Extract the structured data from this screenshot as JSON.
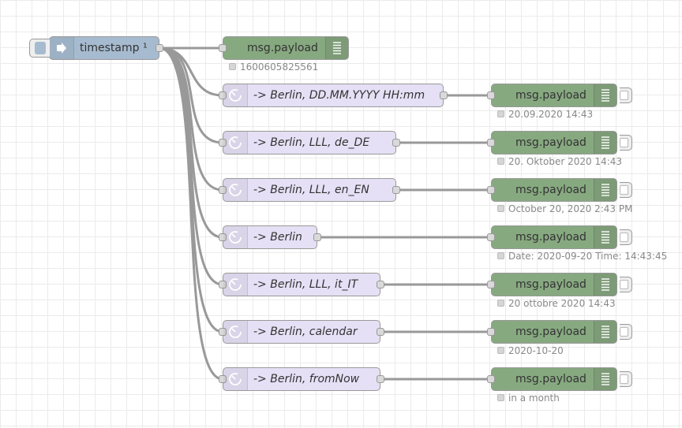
{
  "inject": {
    "label": "timestamp ¹",
    "icon": "arrow-in-icon"
  },
  "debug_top": {
    "label": "msg.payload",
    "status": "1600605825561"
  },
  "flows": [
    {
      "moment_label": "-> Berlin, DD.MM.YYYY HH:mm",
      "debug_label": "msg.payload",
      "status": "20.09.2020 14:43"
    },
    {
      "moment_label": "-> Berlin, LLL, de_DE",
      "debug_label": "msg.payload",
      "status": "20. Oktober 2020 14:43"
    },
    {
      "moment_label": "-> Berlin, LLL, en_EN",
      "debug_label": "msg.payload",
      "status": "October 20, 2020 2:43 PM"
    },
    {
      "moment_label": "-> Berlin",
      "debug_label": "msg.payload",
      "status": "Date: 2020-09-20 Time: 14:43:45"
    },
    {
      "moment_label": "-> Berlin, LLL, it_IT",
      "debug_label": "msg.payload",
      "status": "20 ottobre 2020 14:43"
    },
    {
      "moment_label": "-> Berlin, calendar",
      "debug_label": "msg.payload",
      "status": "2020-10-20"
    },
    {
      "moment_label": "-> Berlin, fromNow",
      "debug_label": "msg.payload",
      "status": "in a month"
    }
  ],
  "colors": {
    "inject": "#a6bbcf",
    "debug": "#87a980",
    "moment": "#e5e0f5",
    "wire": "#999999",
    "grid": "#ebebeb"
  }
}
